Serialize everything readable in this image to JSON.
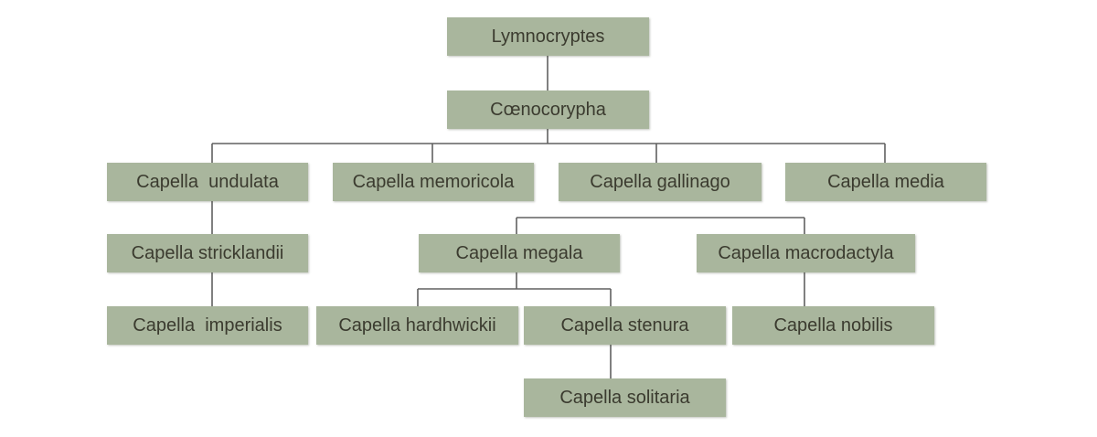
{
  "diagram": {
    "type": "tree",
    "colors": {
      "node_fill": "#a9b69d",
      "node_text": "#3b3b2f",
      "connector": "#606060",
      "background": "#ffffff"
    },
    "nodes": {
      "lymnocryptes": "Lymnocryptes",
      "coenocorypha": "Cœnocorypha",
      "undulata": "Capella  undulata",
      "memoricola": "Capella memoricola",
      "gallinago": "Capella gallinago",
      "media": "Capella media",
      "stricklandii": "Capella stricklandii",
      "megala": "Capella megala",
      "macrodactyla": "Capella macrodactyla",
      "imperialis": "Capella  imperialis",
      "hardhwickii": "Capella hardhwickii",
      "stenura": "Capella stenura",
      "nobilis": "Capella nobilis",
      "solitaria": "Capella solitaria"
    }
  }
}
